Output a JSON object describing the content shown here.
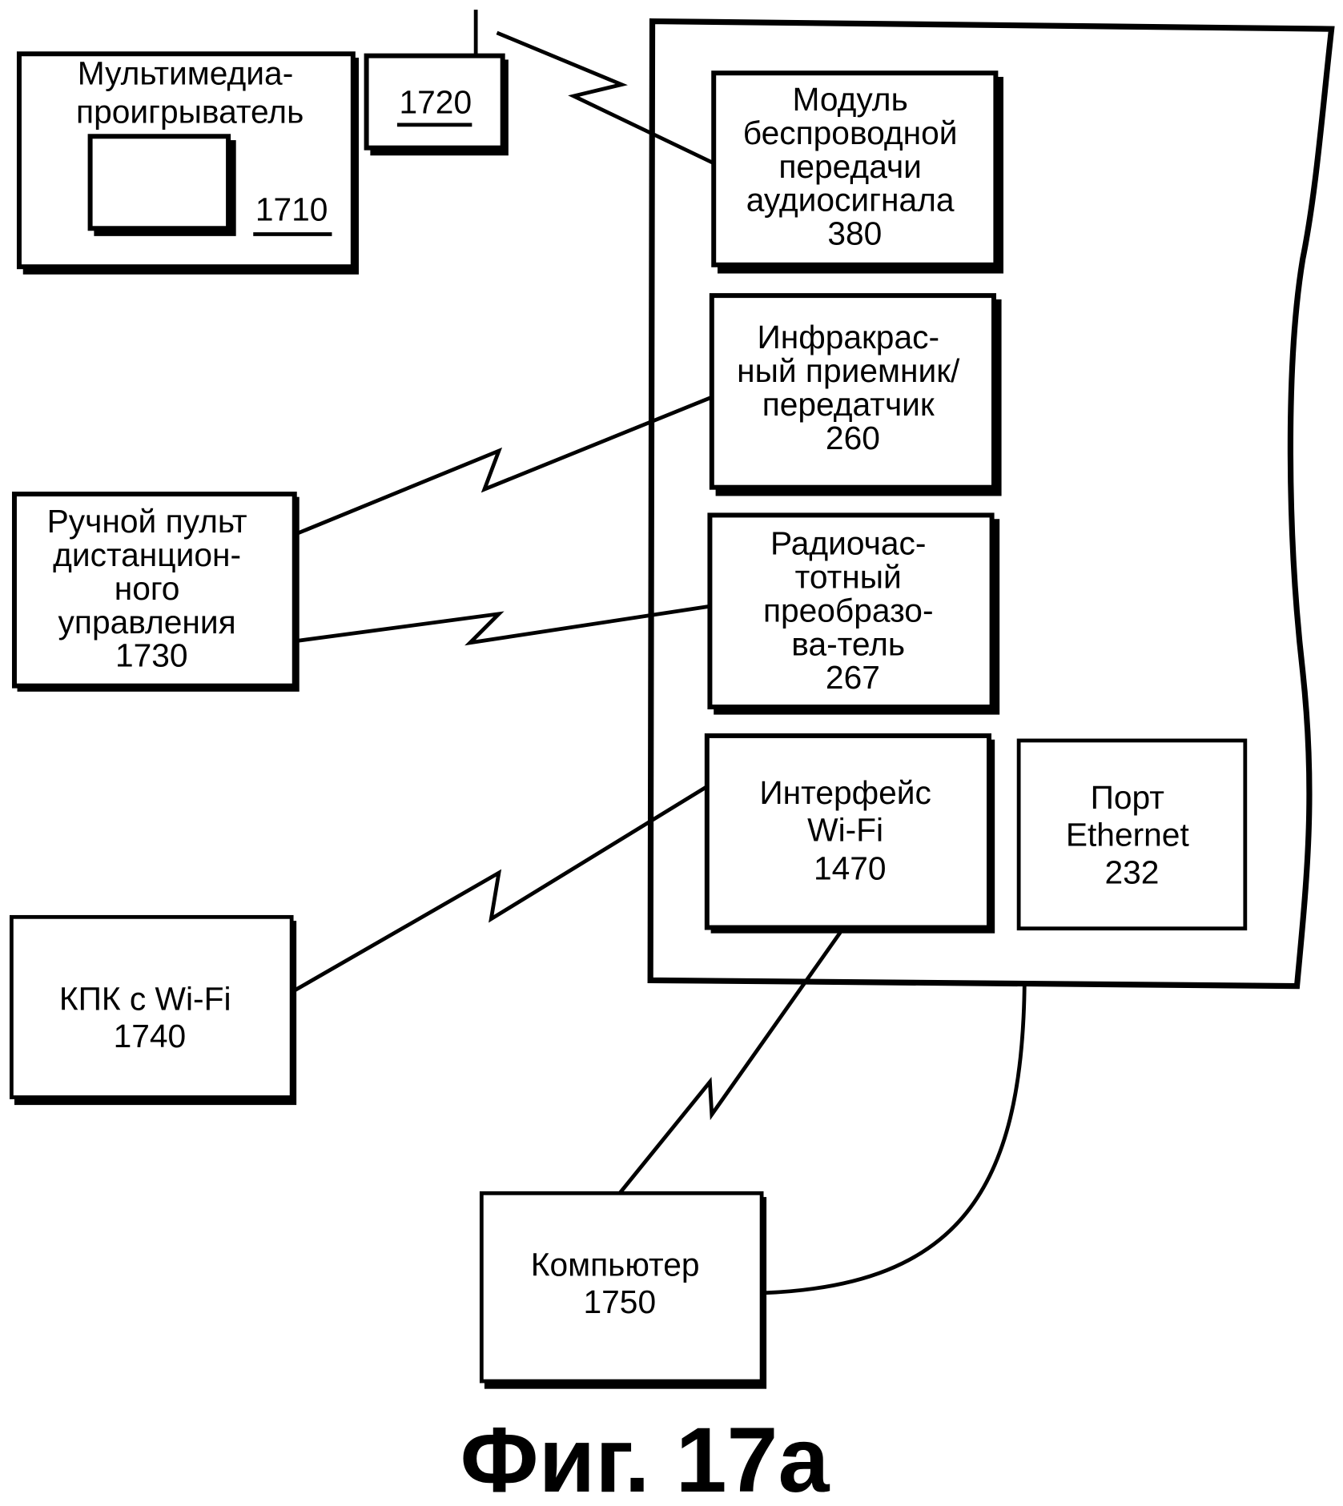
{
  "figure": {
    "caption": "Фиг. 17а"
  },
  "external_devices": {
    "media_player": {
      "lines": [
        "Мультимедиа-",
        "проигрыватель"
      ],
      "ref": "1710"
    },
    "dock": {
      "ref": "1720"
    },
    "remote_control": {
      "lines": [
        "Ручной пульт",
        "дистанцион-",
        "ного",
        "управления",
        "1730"
      ]
    },
    "pda": {
      "lines": [
        "КПК с Wi-Fi",
        "1740"
      ]
    },
    "computer": {
      "lines": [
        "Компьютер",
        "1750"
      ]
    }
  },
  "base_unit": {
    "modules": [
      {
        "id": "audio",
        "lines": [
          "Модуль",
          "беспроводной",
          "передачи",
          "аудиосигнала",
          "380"
        ]
      },
      {
        "id": "ir",
        "lines": [
          "Инфракрас-",
          "ный приемник/",
          "передатчик",
          "260"
        ]
      },
      {
        "id": "rf",
        "lines": [
          "Радиочас-",
          "тотный",
          "преобразо-",
          "ва-тель",
          "267"
        ]
      },
      {
        "id": "wifi",
        "lines": [
          "Интерфейс",
          "Wi-Fi",
          "1470"
        ]
      },
      {
        "id": "ethernet",
        "lines": [
          "Порт",
          "Ethernet",
          "232"
        ]
      }
    ]
  },
  "connections": [
    {
      "from": "1720",
      "to": "380",
      "type": "wireless"
    },
    {
      "from": "1730",
      "to": "260",
      "type": "wireless"
    },
    {
      "from": "1730",
      "to": "267",
      "type": "wireless"
    },
    {
      "from": "1740",
      "to": "1470",
      "type": "wireless"
    },
    {
      "from": "1750",
      "to": "1470",
      "type": "wireless"
    },
    {
      "from": "1750",
      "to": "232",
      "type": "wired"
    }
  ]
}
